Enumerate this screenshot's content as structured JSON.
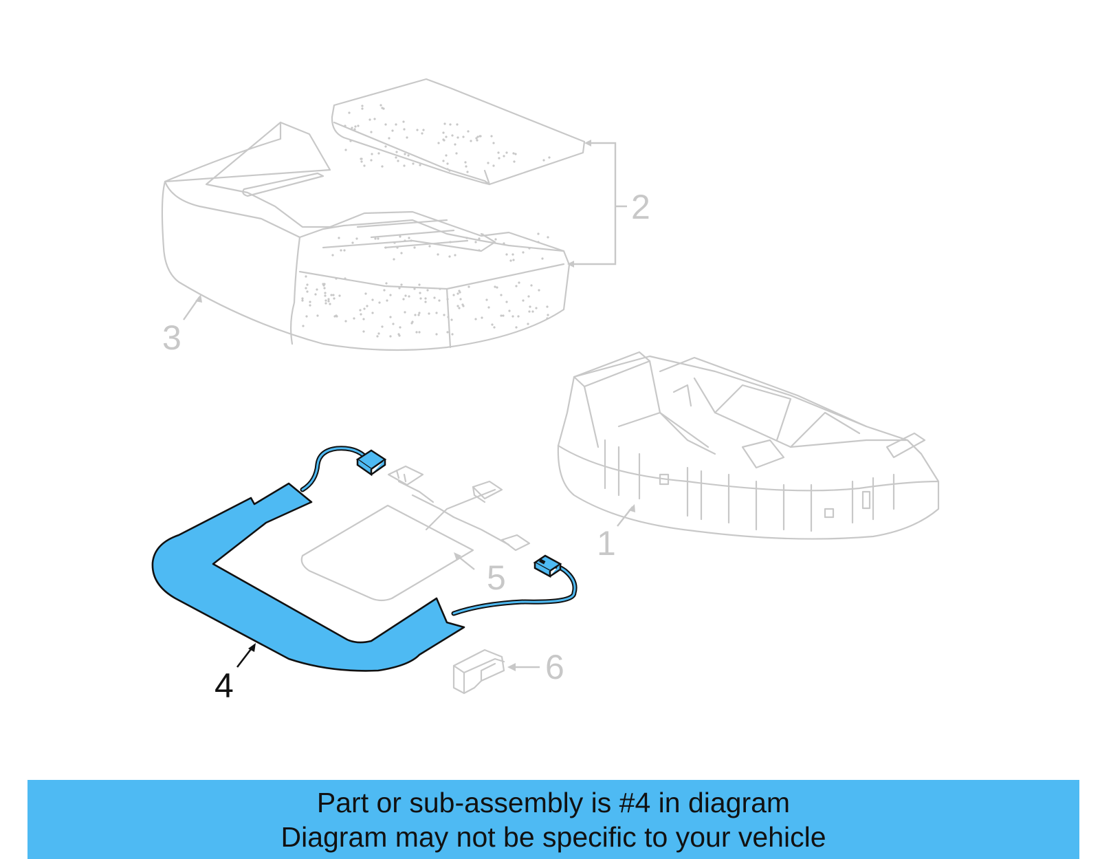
{
  "callouts": {
    "c1": "1",
    "c2": "2",
    "c3": "3",
    "c4": "4",
    "c5": "5",
    "c6": "6"
  },
  "highlight_color": "#4ebaf3",
  "ghost_color": "#c8c8c8",
  "banner": {
    "line1": "Part or sub-assembly is #4 in diagram",
    "line2": "Diagram may not be specific to your vehicle"
  }
}
